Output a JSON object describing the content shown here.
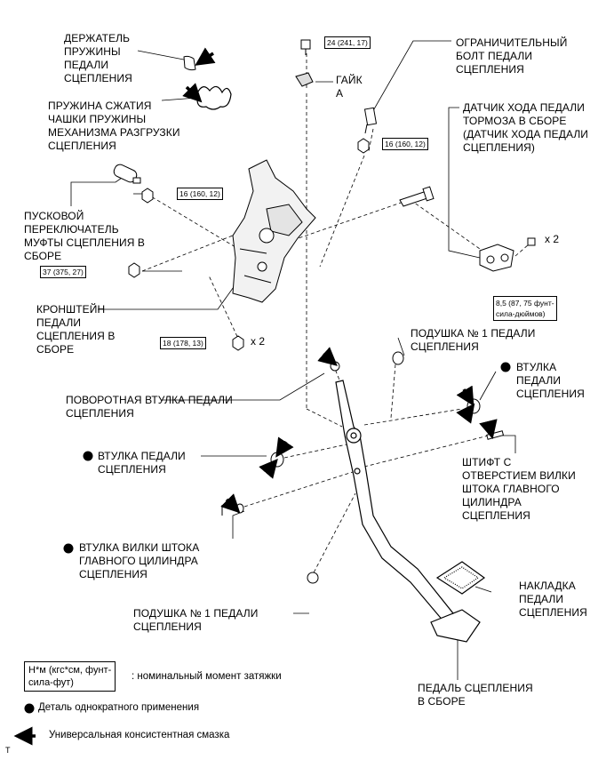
{
  "labels": {
    "spring_holder": "ДЕРЖАТЕЛЬ\nПРУЖИНЫ\nПЕДАЛИ\nСЦЕПЛЕНИЯ",
    "spring": "ПРУЖИНА СЖАТИЯ\nЧАШКИ ПРУЖИНЫ\nМЕХАНИЗМА РАЗГРУЗКИ\nСЦЕПЛЕНИЯ",
    "nut_a": "ГАЙК\nА",
    "stop_bolt": "ОГРАНИЧИТЕЛЬНЫЙ\nБОЛТ ПЕДАЛИ\nСЦЕПЛЕНИЯ",
    "stroke_sensor": "ДАТЧИК ХОДА ПЕДАЛИ\nТОРМОЗА В СБОРЕ\n(ДАТЧИК ХОДА ПЕДАЛИ\nСЦЕПЛЕНИЯ)",
    "start_switch": "ПУСКОВОЙ\nПЕРЕКЛЮЧАТЕЛЬ\nМУФТЫ СЦЕПЛЕНИЯ В\nСБОРЕ",
    "bracket": "КРОНШТЕЙН\nПЕДАЛИ\nСЦЕПЛЕНИЯ В\nСБОРЕ",
    "cushion_top": "ПОДУШКА № 1 ПЕДАЛИ\nСЦЕПЛЕНИЯ",
    "bushing_right": "ВТУЛКА\nПЕДАЛИ\nСЦЕПЛЕНИЯ",
    "pivot_bushing": "ПОВОРОТНАЯ ВТУЛКА ПЕДАЛИ\nСЦЕПЛЕНИЯ",
    "bushing_left": "ВТУЛКА ПЕДАЛИ\nСЦЕПЛЕНИЯ",
    "pin": "ШТИФТ С\nОТВЕРСТИЕМ ВИЛКИ\nШТОКА ГЛАВНОГО\nЦИЛИНДРА\nСЦЕПЛЕНИЯ",
    "clevis_bushing": "ВТУЛКА ВИЛКИ ШТОКА\nГЛАВНОГО ЦИЛИНДРА\nСЦЕПЛЕНИЯ",
    "cushion_bottom": "ПОДУШКА № 1 ПЕДАЛИ\nСЦЕПЛЕНИЯ",
    "pad": "НАКЛАДКА\nПЕДАЛИ\nСЦЕПЛЕНИЯ",
    "pedal": "ПЕДАЛЬ СЦЕПЛЕНИЯ\nВ СБОРЕ"
  },
  "torques": {
    "t_top": "24 (241, 17)",
    "t_stopnut": "16 (160, 12)",
    "t_switch": "16 (160, 12)",
    "t_bracket": "37 (375, 27)",
    "t_sensor": "8,5 (87, 75 фунт-\nсила-дюймов)",
    "t_lower": "18 (178, 13)"
  },
  "multipliers": {
    "sensor": "x 2",
    "lower": "x 2"
  },
  "legend": {
    "box": "Н*м (кгс*см, фунт-\nсила-фут)",
    "torque": ": номинальный момент затяжки",
    "single_use": "Деталь однократного применения",
    "grease": "Универсальная консистентная смазка"
  },
  "corner_mark": "T"
}
